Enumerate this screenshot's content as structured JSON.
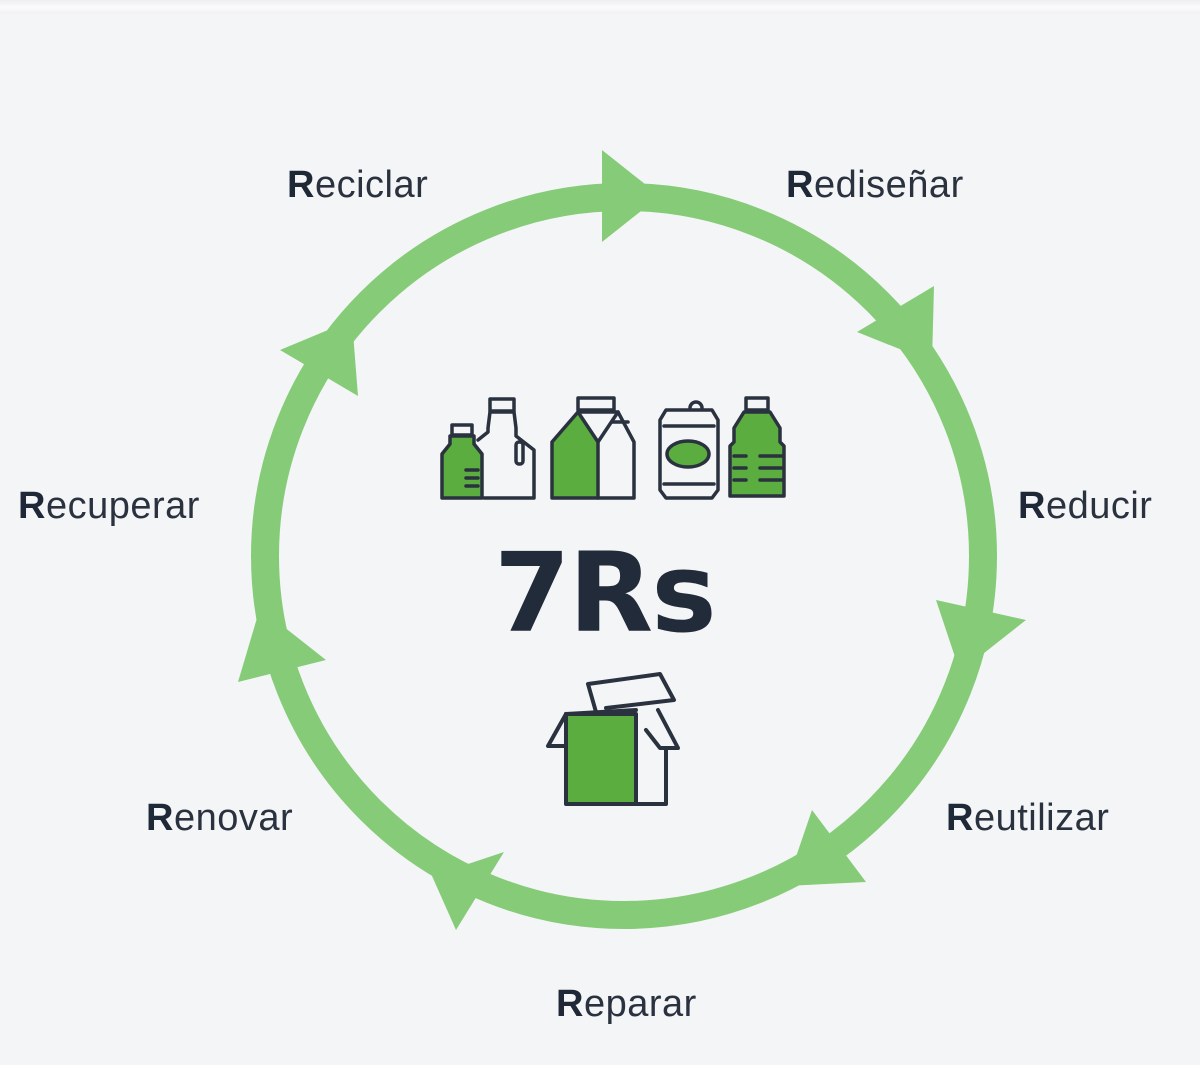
{
  "diagram": {
    "title": "7Rs",
    "colors": {
      "background": "#f4f5f7",
      "ring": "#86cc78",
      "icon_fill": "#5aad3e",
      "icon_stroke": "#2a323f",
      "text": "#2a323f"
    },
    "cycle_labels": [
      {
        "first": "R",
        "rest": "ediseñar",
        "full": "Rediseñar"
      },
      {
        "first": "R",
        "rest": "educir",
        "full": "Reducir"
      },
      {
        "first": "R",
        "rest": "eutilizar",
        "full": "Reutilizar"
      },
      {
        "first": "R",
        "rest": "eparar",
        "full": "Reparar"
      },
      {
        "first": "R",
        "rest": "enovar",
        "full": "Renovar"
      },
      {
        "first": "R",
        "rest": "ecuperar",
        "full": "Recuperar"
      },
      {
        "first": "R",
        "rest": "eciclar",
        "full": "Reciclar"
      }
    ],
    "icons": {
      "top_row": [
        "small-bottle-icon",
        "jug-icon",
        "milk-carton-icon",
        "can-icon",
        "water-bottle-icon"
      ],
      "bottom": "open-box-icon"
    },
    "flow_direction": "clockwise"
  }
}
